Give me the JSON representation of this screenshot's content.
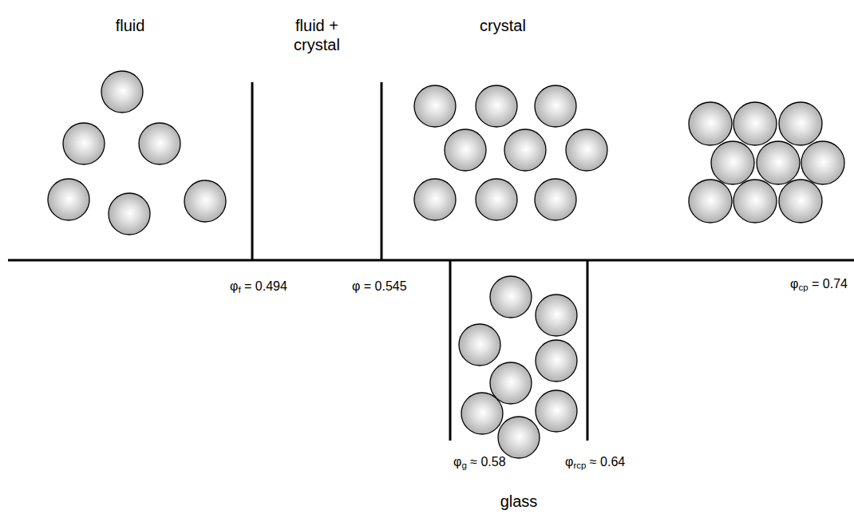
{
  "diagram": {
    "labels": [
      "fluid",
      "fluid + crystal",
      "crystal",
      "φf = 0.494",
      "φ = 0.545",
      "φcp = 0.74",
      "φg ≈ 0.58",
      "φrcp ≈ 0.64",
      "glass"
    ]
  }
}
